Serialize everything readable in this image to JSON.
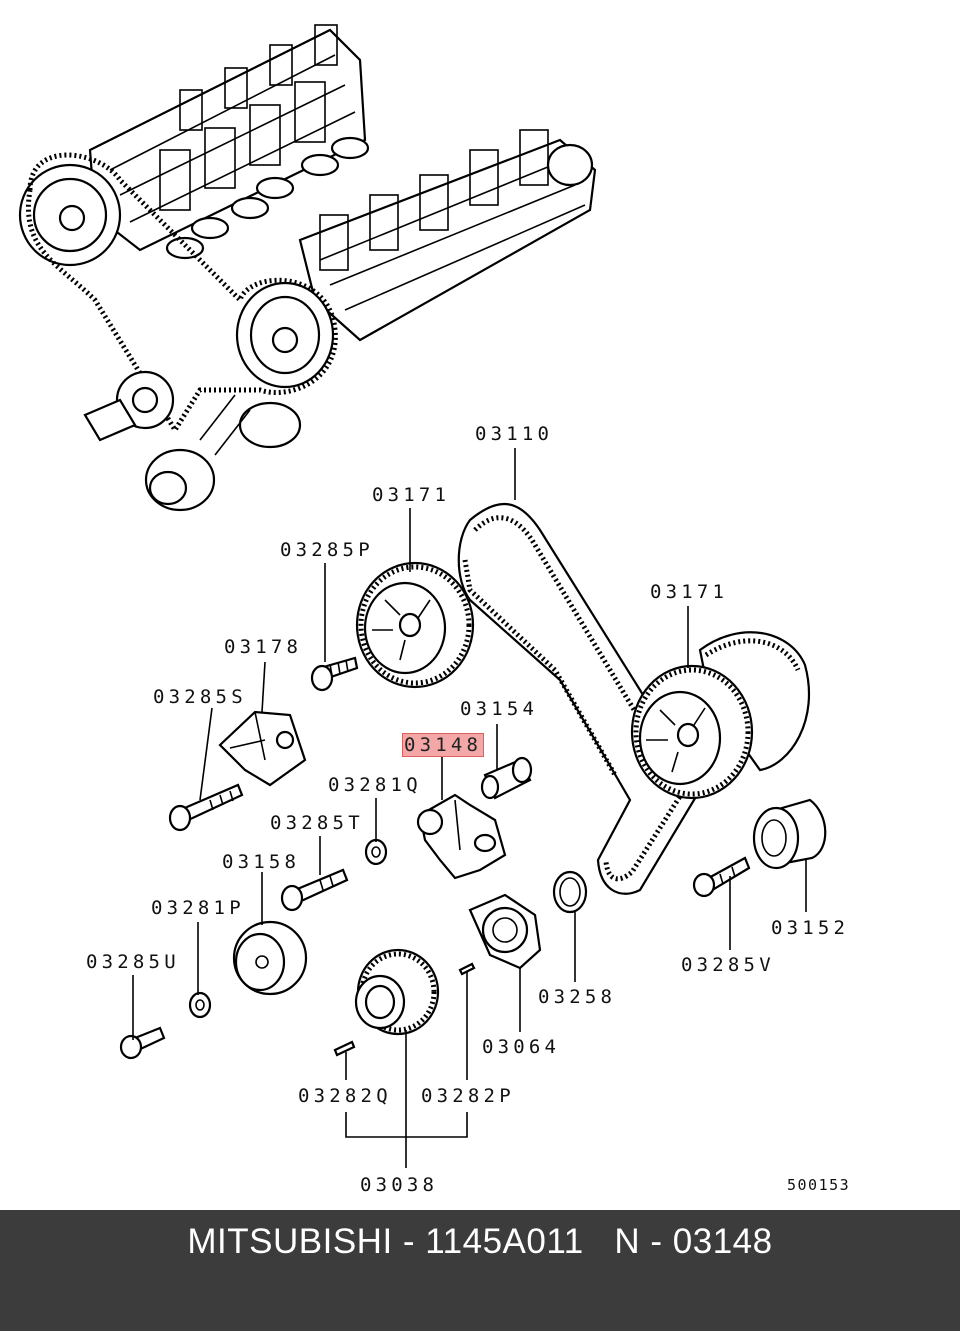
{
  "diagram": {
    "labels": {
      "p03110": "03110",
      "p03171a": "03171",
      "p03285P": "03285P",
      "p03171b": "03171",
      "p03178": "03178",
      "p03285S": "03285S",
      "p03154": "03154",
      "p03148": "03148",
      "p03281Q": "03281Q",
      "p03285T": "03285T",
      "p03158": "03158",
      "p03281P": "03281P",
      "p03285U": "03285U",
      "p03152": "03152",
      "p03285V": "03285V",
      "p03258": "03258",
      "p03064": "03064",
      "p03282Q": "03282Q",
      "p03282P": "03282P",
      "p03038": "03038"
    },
    "reference_code": "500153",
    "highlight_color": "#f3a7a7"
  },
  "footer": {
    "brand": "MITSUBISHI",
    "sep1": " - ",
    "part_number": "1145A011",
    "gap": "   ",
    "position": "N",
    "sep2": " - ",
    "callout": "03148",
    "background": "#3c3c3c"
  }
}
